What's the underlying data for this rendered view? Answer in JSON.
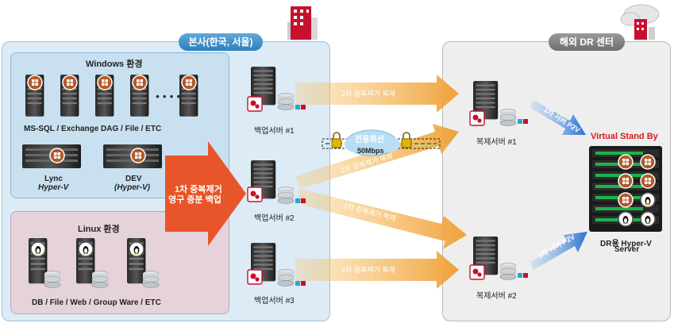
{
  "hq": {
    "title": "본사(한국, 서울)"
  },
  "dr": {
    "title": "해외 DR 센터"
  },
  "windows": {
    "title": "Windows 환경",
    "apps_label": "MS-SQL / Exchange DAG / File / ETC",
    "lync_label": "Lync",
    "lync_sub": "Hyper-V",
    "dev_label": "DEV",
    "dev_sub": "(Hyper-V)"
  },
  "linux": {
    "title": "Linux 환경",
    "apps_label": "DB / File / Web / Group Ware / ETC"
  },
  "primary_dedup": {
    "line1": "1차 중복제거",
    "line2": "영구 증분 백업"
  },
  "backup_servers": [
    "백업서버 #1",
    "백업서버 #2",
    "백업서버 #3"
  ],
  "replica_servers": [
    "복제서버 #1",
    "복제서버 #2"
  ],
  "dedup_arrows": [
    "2차 중복제거 복제",
    "2차 중복제거 복제",
    "2차 중복제거 복제",
    "2차 중복제거 복제"
  ],
  "line": {
    "name": "전용회선",
    "speed": "50Mbps"
  },
  "p2v": [
    "3차 서버 P2V",
    "3차 서버 P2V"
  ],
  "standby": {
    "title": "Virtual Stand By",
    "server_line1": "DR용 Hyper-V",
    "server_line2": "Server"
  },
  "colors": {
    "hq_blue": "#2f7fbd",
    "orange_arrow": "#f0a23a",
    "primary_arrow": "#e8552a",
    "standby_red": "#d7191c",
    "blue_arrow": "#2a6fd0"
  }
}
